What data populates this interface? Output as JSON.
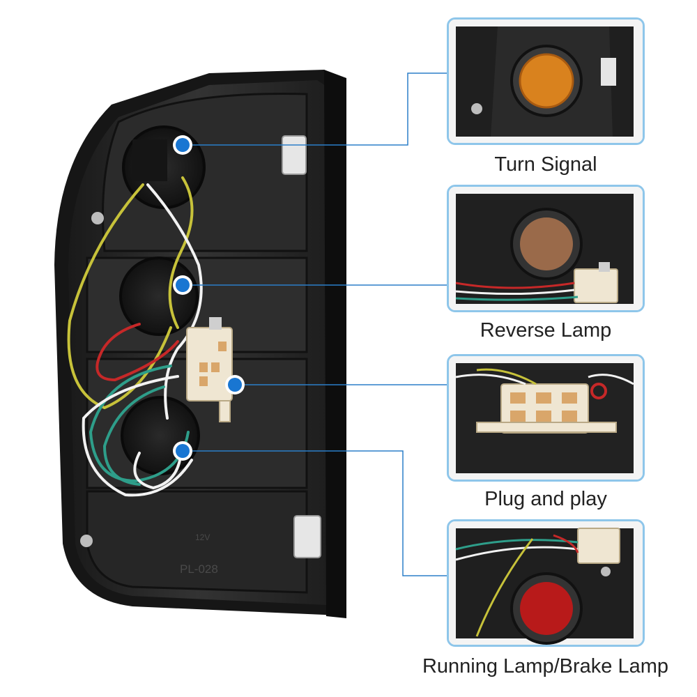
{
  "callouts": [
    {
      "label": "Turn Signal"
    },
    {
      "label": "Reverse Lamp"
    },
    {
      "label": "Plug and play"
    },
    {
      "label": "Running Lamp/Brake Lamp"
    }
  ],
  "housing": {
    "embossed_text": [
      "PL-028",
      "12V"
    ]
  },
  "colors": {
    "callout_dot": "#1976d2",
    "leader_line": "#2b7fc9",
    "card_border": "#8ec6ea",
    "housing": "#262626",
    "turn_signal_lens": "#d9821e",
    "reverse_lens": "#9a6a4a",
    "brake_lens": "#b81a1a"
  }
}
